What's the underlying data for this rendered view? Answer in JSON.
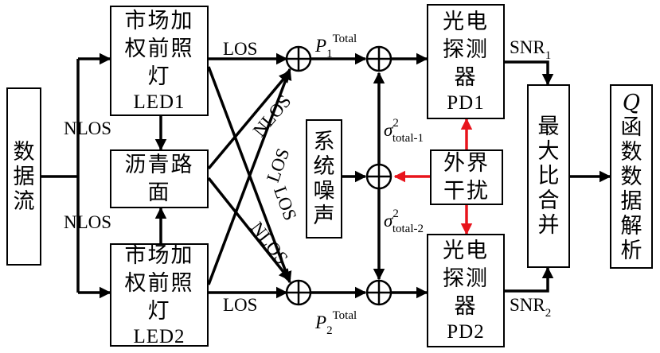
{
  "blocks": {
    "data_stream": "数据流",
    "led1_text": "市场加\n权前照\n灯",
    "led1_id": "LED1",
    "led2_text": "市场加\n权前照\n灯",
    "led2_id": "LED2",
    "road": "沥青路\n面",
    "system_noise": "系统噪声",
    "interference": "外界\n干扰",
    "pd1_text": "光电\n探测\n器",
    "pd1_id": "PD1",
    "pd2_text": "光电\n探测\n器",
    "pd2_id": "PD2",
    "mrc": "最大比合并",
    "q_symbol": "Q",
    "q_text": "函数数据解析"
  },
  "labels": {
    "los": "LOS",
    "nlos": "NLOS",
    "p": "P",
    "p1_sub": "1",
    "p2_sub": "2",
    "p_sup": "Total",
    "sigma": "σ",
    "sigma_sup": "2",
    "sigma1_sub": "total-1",
    "sigma2_sub": "total-2",
    "snr": "SNR",
    "snr1_sub": "1",
    "snr2_sub": "2"
  },
  "colors": {
    "interference_arrow": "#e8141c",
    "line": "#000000"
  }
}
